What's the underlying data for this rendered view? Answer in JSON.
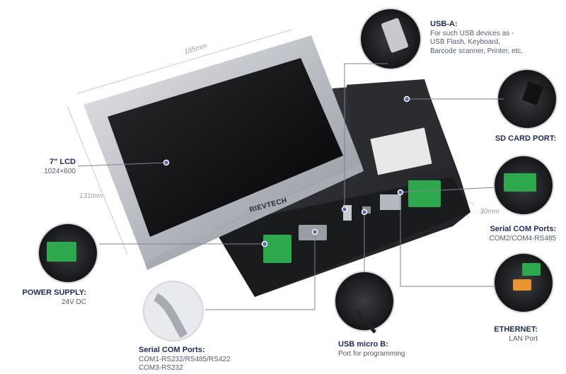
{
  "dimensions": {
    "width_label": "185mm",
    "height_label": "131mm",
    "depth_label": "30mm"
  },
  "brand": "RIEVTECH",
  "callouts": {
    "lcd": {
      "title": "7\" LCD",
      "sub": "1024×600"
    },
    "usb_a": {
      "title": "USB-A:",
      "lines": [
        "For such USB devices as -",
        "USB Flash, Keyboard,",
        "Barcode scanner, Printer, etc."
      ]
    },
    "sd_card": {
      "title": "SD CARD PORT:"
    },
    "serial_right": {
      "title": "Serial COM Ports:",
      "sub": "COM2/COM4-RS485"
    },
    "power": {
      "title": "POWER SUPPLY:",
      "sub": "24V DC"
    },
    "ethernet": {
      "title": "ETHERNET:",
      "sub": "LAN Port"
    },
    "usb_micro": {
      "title": "USB micro B:",
      "sub": "Port for programming"
    },
    "serial_bottom": {
      "title": "Serial COM Ports:",
      "lines": [
        "COM1-RS232/RS485/RS422",
        "COM3-RS232"
      ]
    }
  },
  "colors": {
    "accent": "#1f2a5c",
    "dot": "#5a66b8",
    "leader": "#7d8296"
  }
}
